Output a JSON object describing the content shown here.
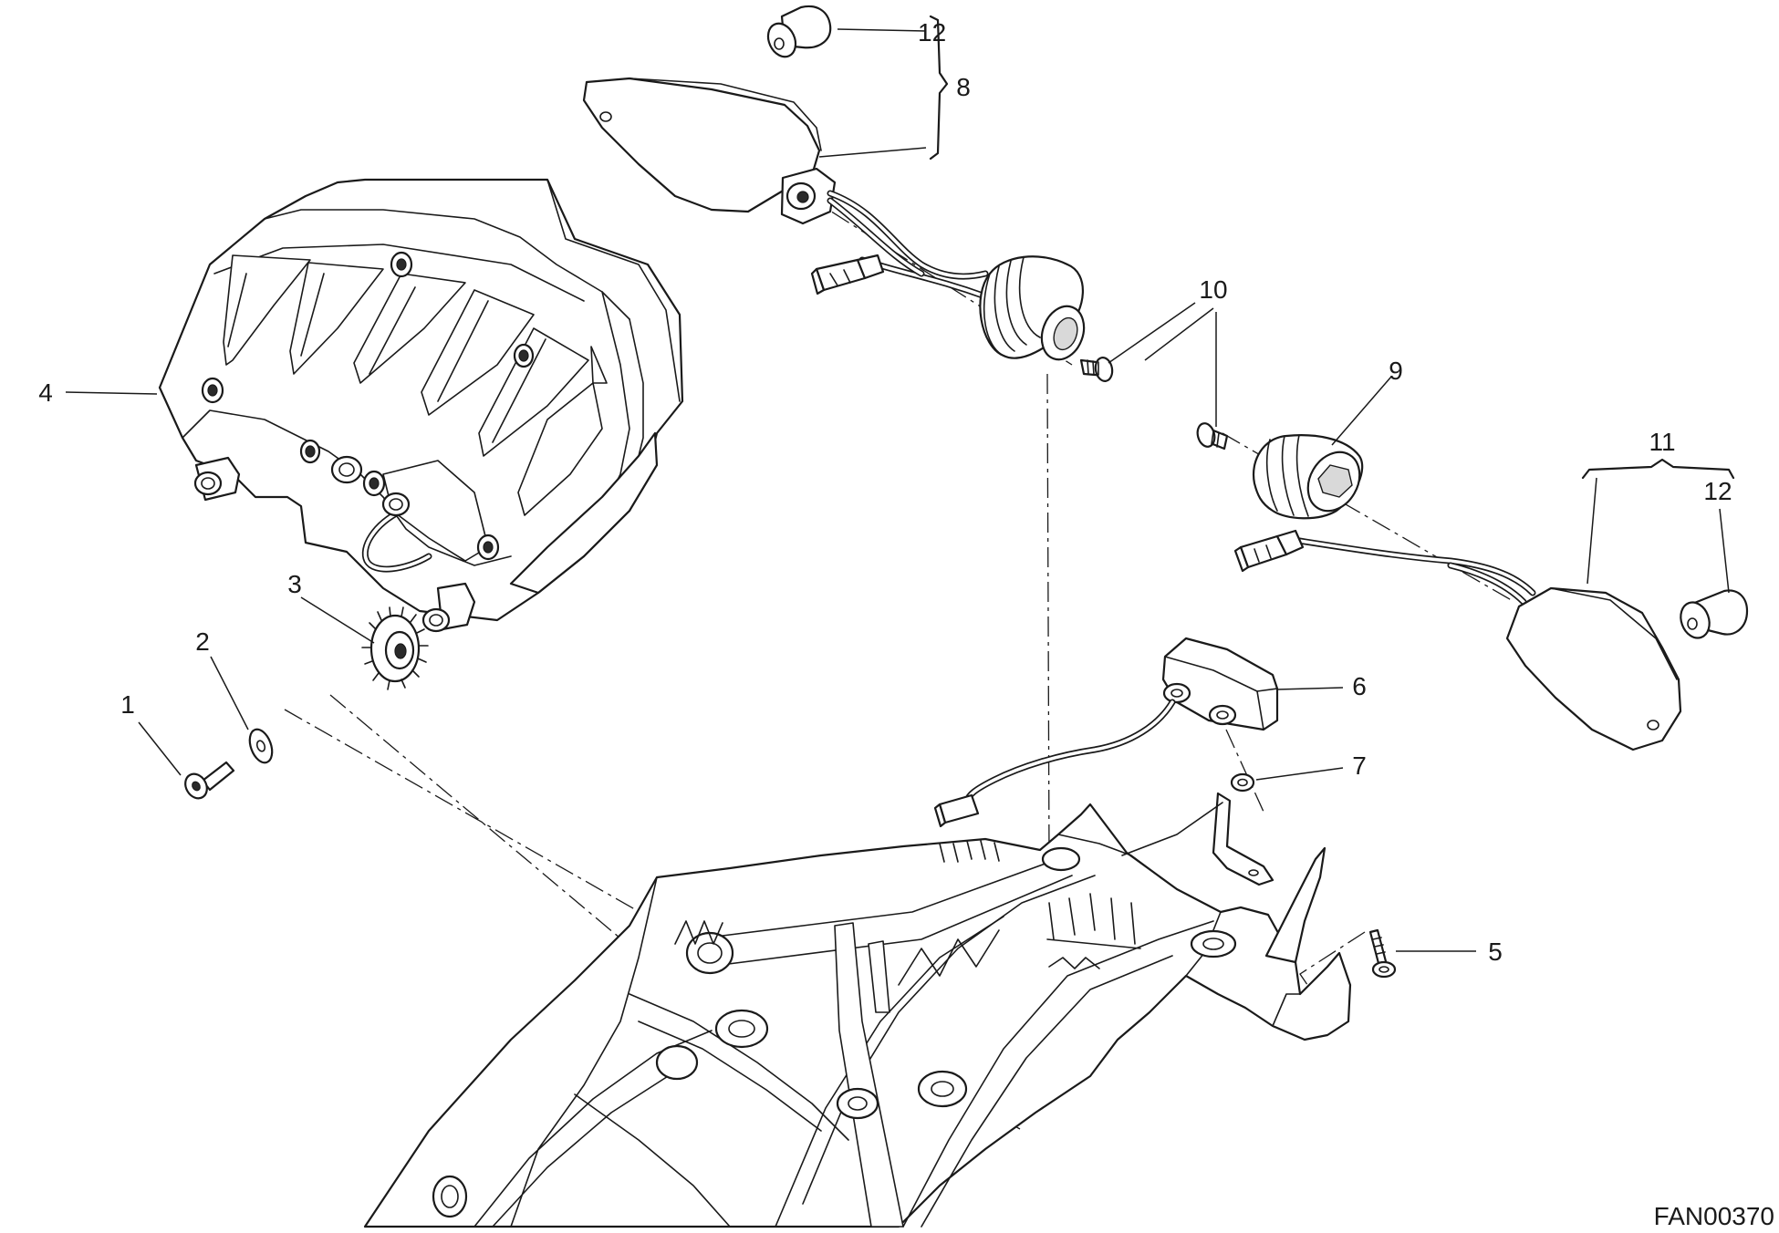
{
  "diagram": {
    "drawing_code": "FAN00370",
    "callouts": [
      {
        "id": "callout-1",
        "label": "1"
      },
      {
        "id": "callout-2",
        "label": "2"
      },
      {
        "id": "callout-3",
        "label": "3"
      },
      {
        "id": "callout-4",
        "label": "4"
      },
      {
        "id": "callout-5",
        "label": "5"
      },
      {
        "id": "callout-6",
        "label": "6"
      },
      {
        "id": "callout-7",
        "label": "7"
      },
      {
        "id": "callout-8",
        "label": "8"
      },
      {
        "id": "callout-9",
        "label": "9"
      },
      {
        "id": "callout-10",
        "label": "10"
      },
      {
        "id": "callout-11",
        "label": "11"
      },
      {
        "id": "callout-12-top",
        "label": "12"
      },
      {
        "id": "callout-12-right",
        "label": "12"
      }
    ]
  }
}
